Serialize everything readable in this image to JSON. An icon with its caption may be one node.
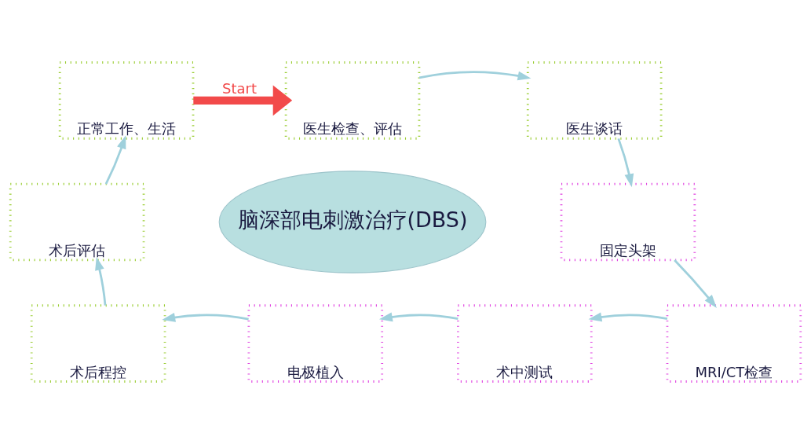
{
  "diagram": {
    "nodes": [
      {
        "text": [
          "正常工作、生活"
        ]
      },
      {
        "text": [
          "医生检查、评估"
        ]
      },
      {
        "text": [
          "医生谈话"
        ]
      },
      {
        "text": [
          "固定头架"
        ]
      },
      {
        "text": [
          "MRI/CT检查"
        ]
      },
      {
        "text": [
          "术中测试"
        ]
      },
      {
        "text": [
          "电极植入"
        ]
      },
      {
        "text": [
          "术后程控"
        ]
      },
      {
        "text": [
          "术后评估"
        ]
      },
      {
        "text": [
          "脑深部电刺激治疗(DBS)"
        ]
      }
    ],
    "edges": [
      {
        "from": 0,
        "to": 1,
        "arrow": "to",
        "label": "Start",
        "style": "thick",
        "color": "#f24a4a"
      },
      {
        "from": 1,
        "to": 2,
        "arrow": "to"
      },
      {
        "from": 2,
        "to": 3,
        "arrow": "to"
      },
      {
        "from": 3,
        "to": 4,
        "arrow": "to"
      },
      {
        "from": 4,
        "to": 5,
        "arrow": "to"
      },
      {
        "from": 5,
        "to": 6,
        "arrow": "to"
      },
      {
        "from": 6,
        "to": 7,
        "arrow": "to"
      },
      {
        "from": 7,
        "to": 8,
        "arrow": "to"
      },
      {
        "from": 8,
        "to": 0,
        "arrow": "to"
      }
    ]
  }
}
